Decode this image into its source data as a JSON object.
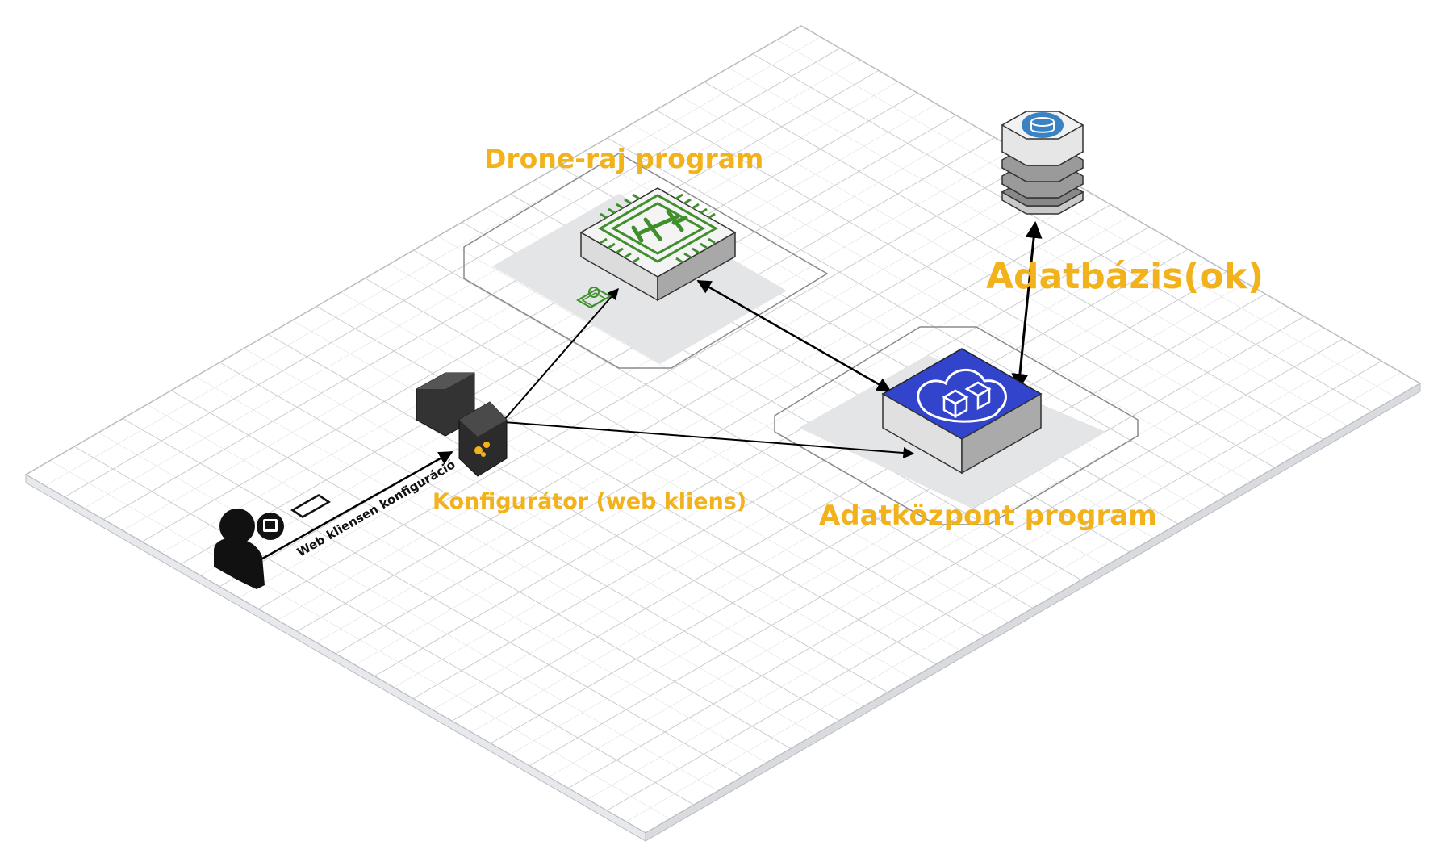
{
  "labels": {
    "drone_program": "Drone-raj program",
    "database": "Adatbázis(ok)",
    "configurator": "Konfigurátor (web kliens)",
    "datacenter": "Adatközpont program",
    "web_config": "Web kliensen konfiguráció"
  },
  "icons": {
    "user": "user-icon",
    "desktop": "desktop-icon",
    "mobile": "mobile-icon",
    "configurator": "configurator-server-icon",
    "drone_chip": "drone-chip-icon",
    "datacenter_cloud": "cloud-cubes-icon",
    "database": "database-stack-icon"
  },
  "colors": {
    "label": "#f2b21b",
    "chip_green": "#3f8f2a",
    "cloud_blue": "#3344cc",
    "db_blue": "#3b82c4",
    "grid_line": "#c9ccd1"
  }
}
